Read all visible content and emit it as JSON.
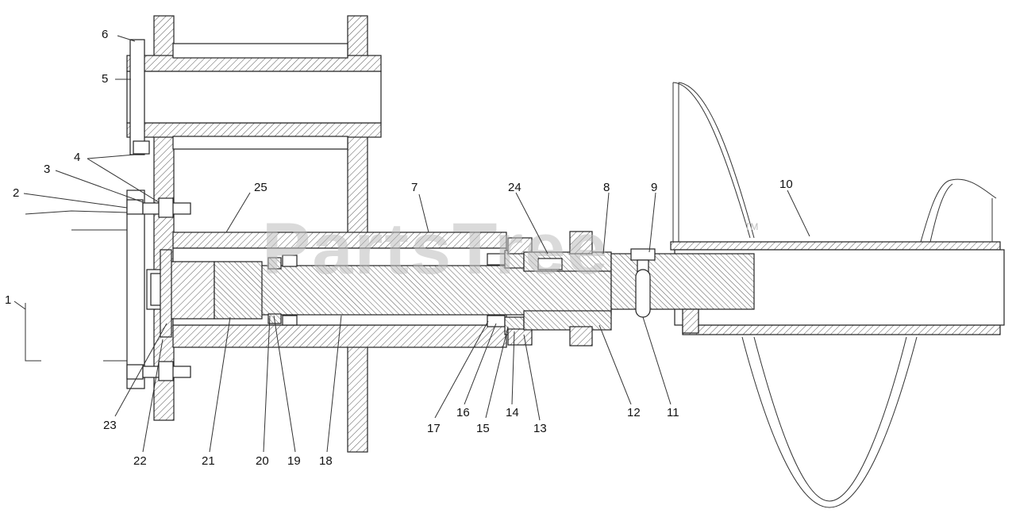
{
  "diagram": {
    "watermark": "PartsTree",
    "watermark_tm": "TM",
    "callouts": [
      {
        "id": "c1",
        "label": "1"
      },
      {
        "id": "c2",
        "label": "2"
      },
      {
        "id": "c3",
        "label": "3"
      },
      {
        "id": "c4",
        "label": "4"
      },
      {
        "id": "c5",
        "label": "5"
      },
      {
        "id": "c6",
        "label": "6"
      },
      {
        "id": "c7",
        "label": "7"
      },
      {
        "id": "c8",
        "label": "8"
      },
      {
        "id": "c9",
        "label": "9"
      },
      {
        "id": "c10",
        "label": "10"
      },
      {
        "id": "c11",
        "label": "11"
      },
      {
        "id": "c12",
        "label": "12"
      },
      {
        "id": "c13",
        "label": "13"
      },
      {
        "id": "c14",
        "label": "14"
      },
      {
        "id": "c15",
        "label": "15"
      },
      {
        "id": "c16",
        "label": "16"
      },
      {
        "id": "c17",
        "label": "17"
      },
      {
        "id": "c18",
        "label": "18"
      },
      {
        "id": "c19",
        "label": "19"
      },
      {
        "id": "c20",
        "label": "20"
      },
      {
        "id": "c21",
        "label": "21"
      },
      {
        "id": "c22",
        "label": "22"
      },
      {
        "id": "c23",
        "label": "23"
      },
      {
        "id": "c24",
        "label": "24"
      },
      {
        "id": "c25",
        "label": "25"
      }
    ]
  }
}
